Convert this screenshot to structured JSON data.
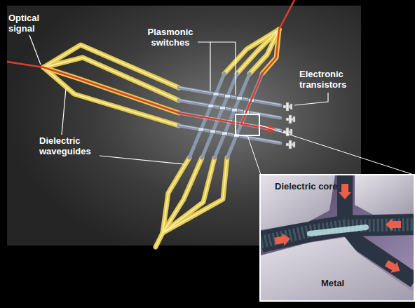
{
  "diagram": {
    "nodes": [
      {
        "text": [
          "Dielectric core",
          "Metal"
        ]
      }
    ],
    "labels": [
      "Optical signal",
      "Plasmonic switches",
      "Electronic transistors",
      "Dielectric waveguides"
    ]
  }
}
